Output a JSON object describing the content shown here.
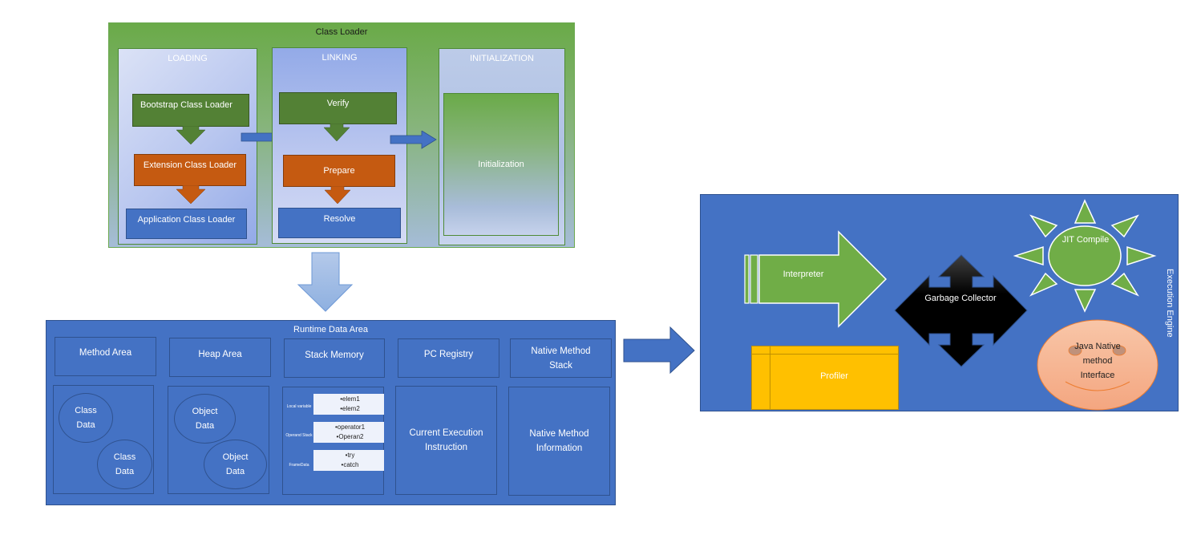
{
  "class_loader": {
    "title": "Class Loader",
    "phases": {
      "loading": {
        "title": "LOADING",
        "steps": [
          "Bootstrap Class Loader",
          "Extension Class Loader",
          "Application Class Loader"
        ]
      },
      "linking": {
        "title": "LINKING",
        "steps": [
          "Verify",
          "Prepare",
          "Resolve"
        ]
      },
      "initialization": {
        "title": "INITIALIZATION",
        "steps": [
          "Initialization"
        ]
      }
    }
  },
  "runtime_data_area": {
    "title": "Runtime Data Area",
    "headers": [
      "Method Area",
      "Heap Area",
      "Stack Memory",
      "PC Registry",
      "Native Method Stack"
    ],
    "method_area": {
      "items": [
        "Class Data",
        "Class Data"
      ]
    },
    "heap_area": {
      "items": [
        "Object Data",
        "Object Data"
      ]
    },
    "stack_memory": {
      "frames": [
        {
          "label": "Local variable",
          "items": [
            "elem1",
            "elem2"
          ]
        },
        {
          "label": "Operand Stack",
          "items": [
            "operator1",
            "Operan2"
          ]
        },
        {
          "label": "FrameData",
          "items": [
            "try",
            "catch"
          ]
        }
      ]
    },
    "pc_registry": {
      "content": "Current Execution Instruction"
    },
    "native_method_stack": {
      "content": "Native Method Information"
    }
  },
  "execution_engine": {
    "title": "Execution Engine",
    "interpreter": "Interpreter",
    "garbage_collector": "Garbage Collector",
    "jit": "JIT Compile",
    "profiler": "Profiler",
    "jni": "Java Native method Interface"
  },
  "colors": {
    "green": "#538135",
    "orange": "#c55a11",
    "blue": "#4472c4",
    "light_green": "#70ad47",
    "yellow": "#ffc000",
    "salmon": "#f4b183"
  }
}
